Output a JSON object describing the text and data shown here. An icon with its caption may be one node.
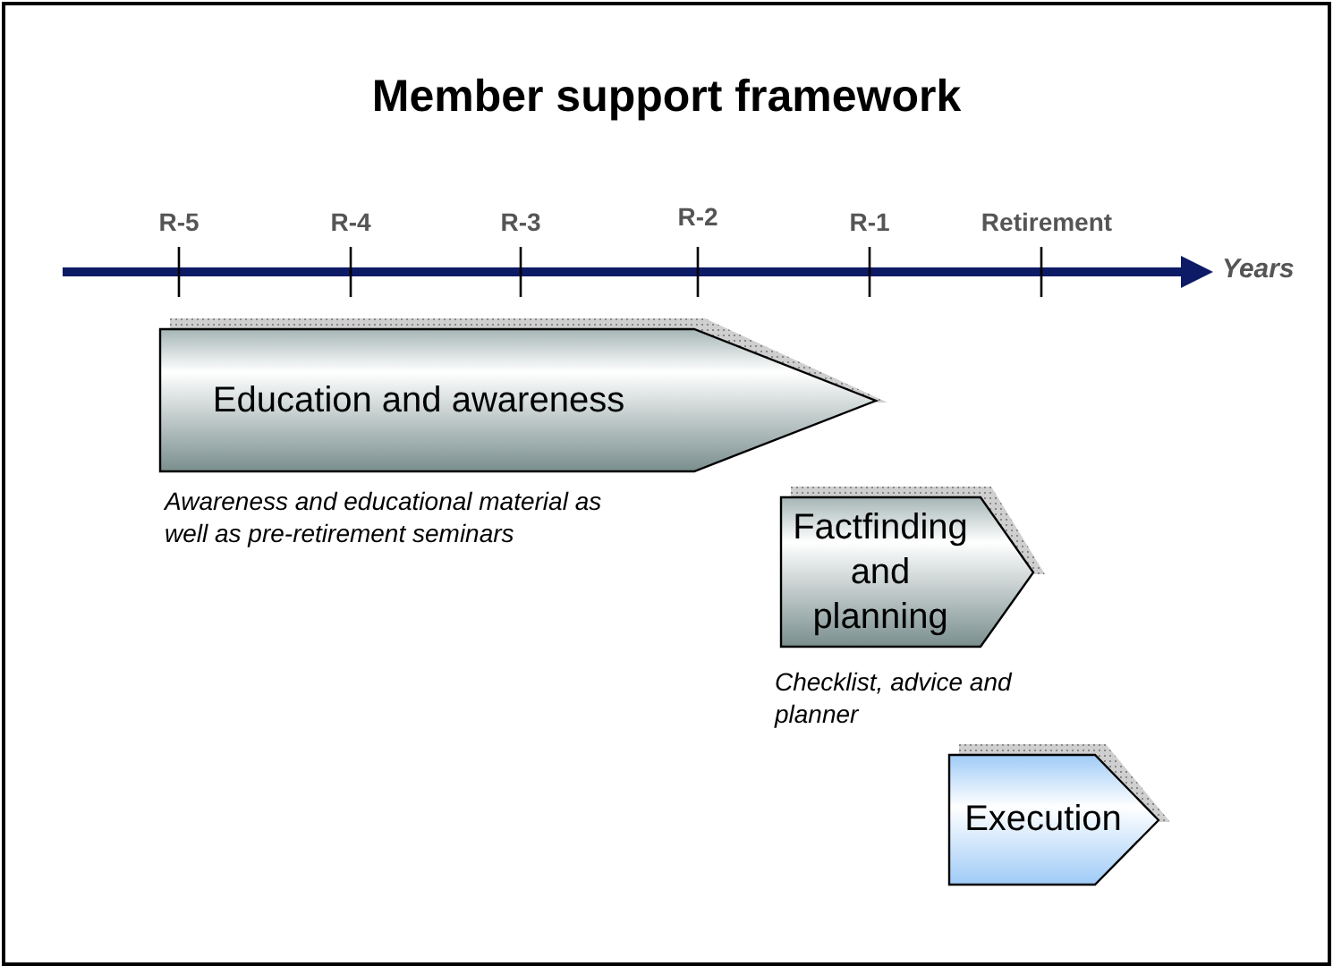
{
  "diagram": {
    "title": "Member support framework",
    "nodes": [
      {
        "text": [
          "Education and awareness"
        ],
        "beside": [
          "Awareness and educational material as well as pre-retirement seminars"
        ]
      },
      {
        "text": [
          "Factfinding and planning"
        ],
        "beside": [
          "Checklist, advice and planner"
        ]
      },
      {
        "text": [
          "Execution"
        ]
      }
    ],
    "labels": [
      "R-5",
      "R-4",
      "R-3",
      "R-2",
      "R-1",
      "Retirement",
      "Years"
    ]
  }
}
